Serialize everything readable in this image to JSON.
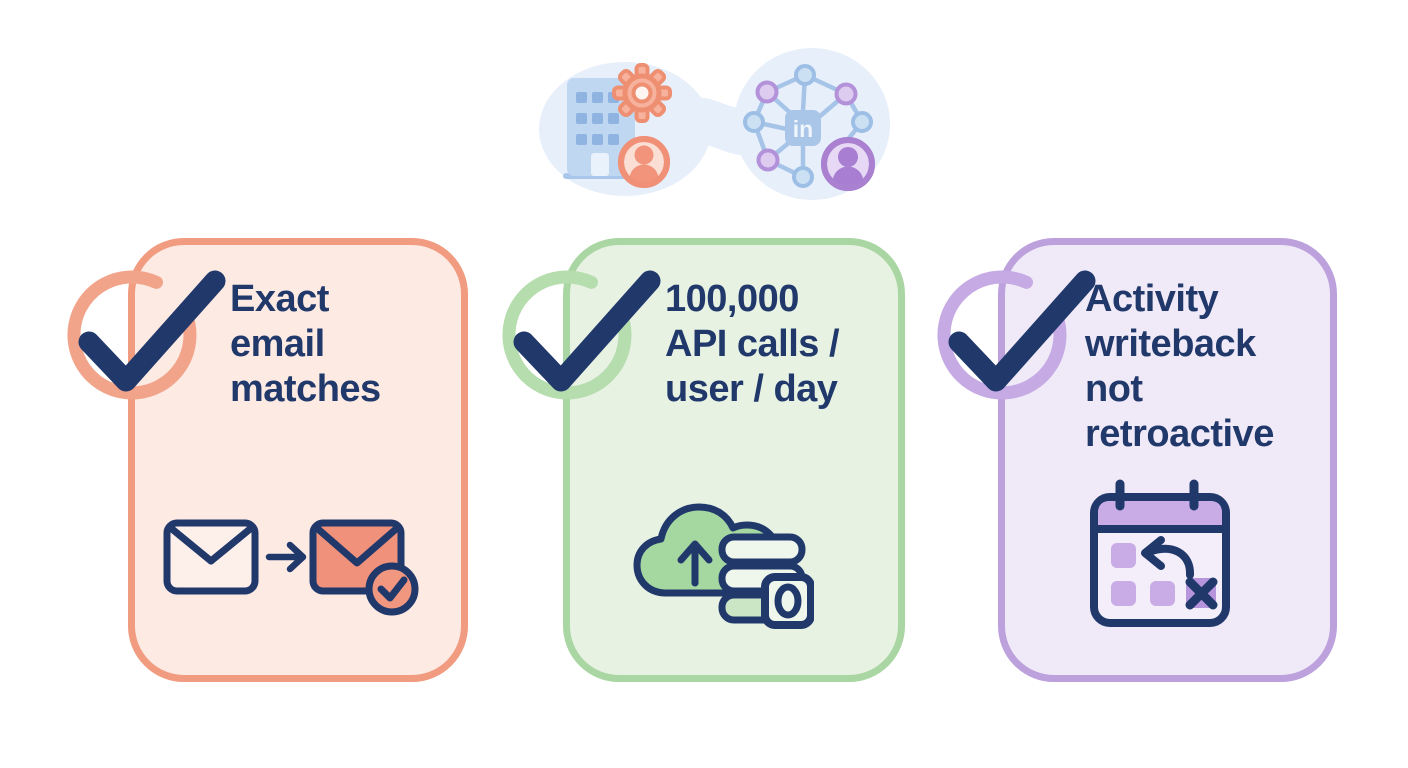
{
  "page": {
    "background": "#ffffff",
    "description": "Three-point checklist infographic about a CRM-to-LinkedIn integration"
  },
  "hero": {
    "icons": [
      "building-icon",
      "gear-icon",
      "user-orange-icon",
      "network-graph-icon",
      "linkedin-badge",
      "user-purple-icon"
    ],
    "linkedin_text": "in",
    "colors": {
      "blob": "#E7EFFB",
      "building": "#BFD7F1",
      "windows": "#8FB4E2",
      "gear": "#F6B29D",
      "gear_stroke": "#EF8F72",
      "network_line": "#A6C4E7",
      "node_blue": "#CCE0F4",
      "node_purple": "#DECBF0",
      "linkedin_square": "#A9C5E8",
      "avatar_orange": "#F2937B",
      "avatar_purple": "#A87ED3"
    }
  },
  "cards": [
    {
      "id": "exact-email-matches",
      "title": "Exact email matches",
      "title_lines": [
        "Exact",
        "email",
        "matches"
      ],
      "icon": "email-match-icon",
      "accent": "#F19B80",
      "ring": "#F2A48B",
      "background": "#FCEAE3"
    },
    {
      "id": "api-call-limit",
      "title": "100,000 API calls / user / day",
      "title_lines": [
        "100,000",
        "API calls /",
        "user / day"
      ],
      "icon": "cloud-database-lock-icon",
      "accent": "#A9D6A2",
      "ring": "#B6DDAE",
      "background": "#E7F2E3"
    },
    {
      "id": "activity-writeback",
      "title": "Activity writeback not retroactive",
      "title_lines": [
        "Activity",
        "writeback",
        "not",
        "retroactive"
      ],
      "icon": "calendar-no-history-icon",
      "accent": "#BCA1DC",
      "ring": "#C5AAE4",
      "background": "#F0EAF8"
    }
  ],
  "colors": {
    "text_navy": "#21386B",
    "checkmark_navy": "#21386B"
  }
}
